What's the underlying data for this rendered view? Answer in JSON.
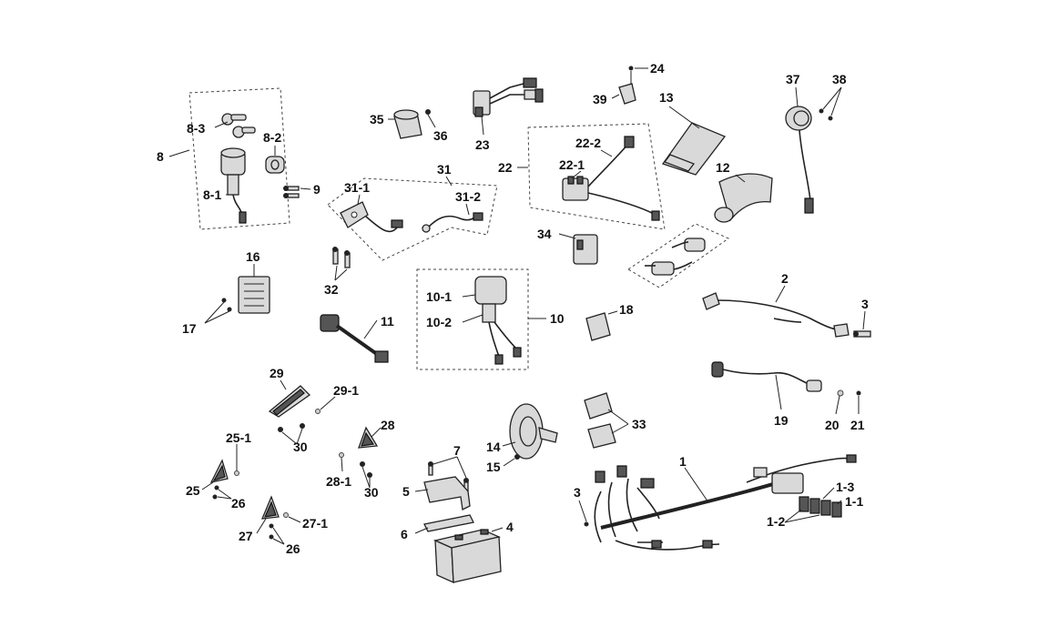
{
  "callouts": [
    {
      "id": "c-8",
      "text": "8"
    },
    {
      "id": "c-8-3",
      "text": "8-3"
    },
    {
      "id": "c-8-2",
      "text": "8-2"
    },
    {
      "id": "c-8-1",
      "text": "8-1"
    },
    {
      "id": "c-9",
      "text": "9"
    },
    {
      "id": "c-35",
      "text": "35"
    },
    {
      "id": "c-36",
      "text": "36"
    },
    {
      "id": "c-23",
      "text": "23"
    },
    {
      "id": "c-24",
      "text": "24"
    },
    {
      "id": "c-39",
      "text": "39"
    },
    {
      "id": "c-13",
      "text": "13"
    },
    {
      "id": "c-37",
      "text": "37"
    },
    {
      "id": "c-38",
      "text": "38"
    },
    {
      "id": "c-22",
      "text": "22"
    },
    {
      "id": "c-22-2",
      "text": "22-2"
    },
    {
      "id": "c-22-1",
      "text": "22-1"
    },
    {
      "id": "c-12",
      "text": "12"
    },
    {
      "id": "c-31",
      "text": "31"
    },
    {
      "id": "c-31-1",
      "text": "31-1"
    },
    {
      "id": "c-31-2",
      "text": "31-2"
    },
    {
      "id": "c-32",
      "text": "32"
    },
    {
      "id": "c-34",
      "text": "34"
    },
    {
      "id": "c-16",
      "text": "16"
    },
    {
      "id": "c-17",
      "text": "17"
    },
    {
      "id": "c-10-1",
      "text": "10-1"
    },
    {
      "id": "c-10-2",
      "text": "10-2"
    },
    {
      "id": "c-10",
      "text": "10"
    },
    {
      "id": "c-18",
      "text": "18"
    },
    {
      "id": "c-11",
      "text": "11"
    },
    {
      "id": "c-2",
      "text": "2"
    },
    {
      "id": "c-3a",
      "text": "3"
    },
    {
      "id": "c-29",
      "text": "29"
    },
    {
      "id": "c-29-1",
      "text": "29-1"
    },
    {
      "id": "c-30a",
      "text": "30"
    },
    {
      "id": "c-19",
      "text": "19"
    },
    {
      "id": "c-20",
      "text": "20"
    },
    {
      "id": "c-21",
      "text": "21"
    },
    {
      "id": "c-33",
      "text": "33"
    },
    {
      "id": "c-14",
      "text": "14"
    },
    {
      "id": "c-15",
      "text": "15"
    },
    {
      "id": "c-28",
      "text": "28"
    },
    {
      "id": "c-25-1",
      "text": "25-1"
    },
    {
      "id": "c-28-1",
      "text": "28-1"
    },
    {
      "id": "c-30b",
      "text": "30"
    },
    {
      "id": "c-7",
      "text": "7"
    },
    {
      "id": "c-5",
      "text": "5"
    },
    {
      "id": "c-1",
      "text": "1"
    },
    {
      "id": "c-25",
      "text": "25"
    },
    {
      "id": "c-26a",
      "text": "26"
    },
    {
      "id": "c-3b",
      "text": "3"
    },
    {
      "id": "c-1-3",
      "text": "1-3"
    },
    {
      "id": "c-1-1",
      "text": "1-1"
    },
    {
      "id": "c-1-2",
      "text": "1-2"
    },
    {
      "id": "c-27",
      "text": "27"
    },
    {
      "id": "c-27-1",
      "text": "27-1"
    },
    {
      "id": "c-26b",
      "text": "26"
    },
    {
      "id": "c-6",
      "text": "6"
    },
    {
      "id": "c-4",
      "text": "4"
    }
  ]
}
